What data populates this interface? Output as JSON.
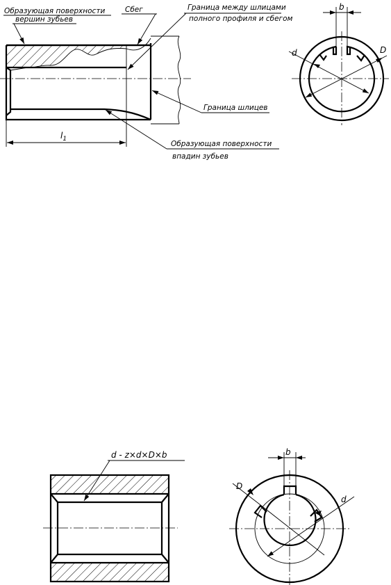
{
  "labels": {
    "crest_surface_1": "Образующая поверхности",
    "crest_surface_2": "вершин зубьев",
    "runout": "Сбег",
    "boundary_full_1": "Граница между шлицами",
    "boundary_full_2": "полного профиля и сбегом",
    "spline_boundary": "Граница шлицев",
    "root_surface_1": "Образующая поверхности",
    "root_surface_2": "впадин зубьев",
    "designation": "d - z×d×D×b"
  },
  "dimensions": {
    "length": "l1",
    "length_main": "l",
    "length_sub": "1",
    "width_top": "b",
    "inner_dia_top": "d",
    "outer_dia_top": "D",
    "width_bottom": "b",
    "outer_dia_bottom": "D",
    "inner_dia_bottom": "d"
  }
}
